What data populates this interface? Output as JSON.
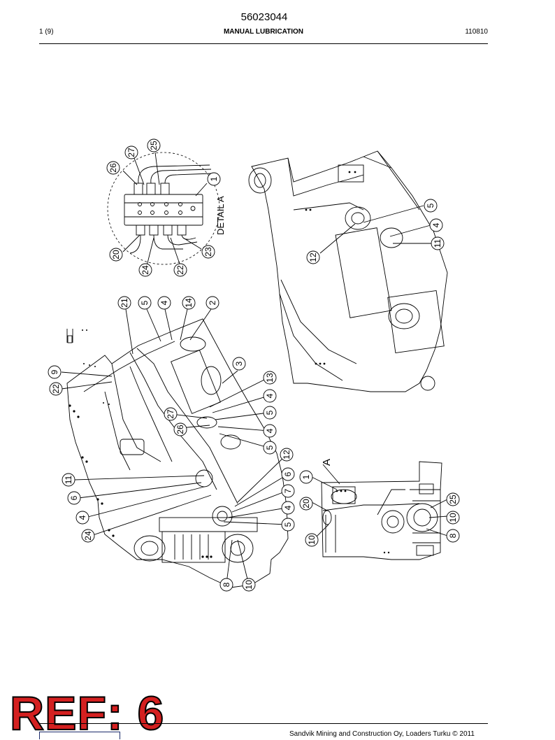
{
  "header": {
    "document_number": "56023044",
    "page": "1 (9)",
    "title": "MANUAL LUBRICATION",
    "code": "110810"
  },
  "drawing": {
    "detail_label": "DETAIL A",
    "view_marker": "A",
    "detail_callouts": [
      "25",
      "27",
      "26",
      "1",
      "20",
      "24",
      "22",
      "23"
    ],
    "main_callouts": [
      "21",
      "5",
      "4",
      "14",
      "2",
      "9",
      "22",
      "3",
      "13",
      "4",
      "5",
      "27",
      "26",
      "4",
      "5",
      "12",
      "6",
      "11",
      "6",
      "7",
      "4",
      "4",
      "24",
      "5",
      "8",
      "10"
    ],
    "right_callouts": [
      "5",
      "4",
      "11",
      "12"
    ],
    "small_view_callouts": [
      "1",
      "20",
      "10",
      "25",
      "10",
      "8"
    ]
  },
  "stamp": {
    "text": "REF: 6"
  },
  "footer": {
    "copyright": "Sandvik Mining and Construction Oy, Loaders Turku © 2011"
  }
}
